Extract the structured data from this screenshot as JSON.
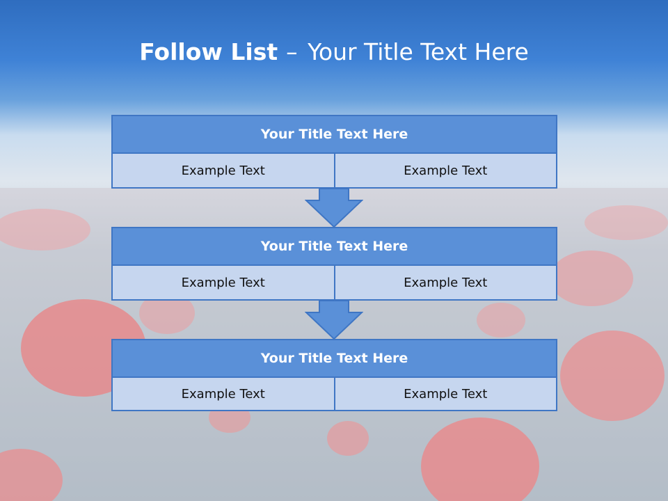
{
  "slide": {
    "title_bold": "Follow List",
    "title_dash": "–",
    "title_rest": "Your Title Text Here"
  },
  "blocks": [
    {
      "title": "Your Title Text Here",
      "left": "Example Text",
      "right": "Example Text"
    },
    {
      "title": "Your Title Text Here",
      "left": "Example Text",
      "right": "Example Text"
    },
    {
      "title": "Your Title Text Here",
      "left": "Example Text",
      "right": "Example Text"
    }
  ],
  "colors": {
    "block_title_fill": "#5a90d8",
    "block_cell_fill": "#c6d6ef",
    "border": "#3f76c4",
    "sky": "#3a7bd0"
  }
}
